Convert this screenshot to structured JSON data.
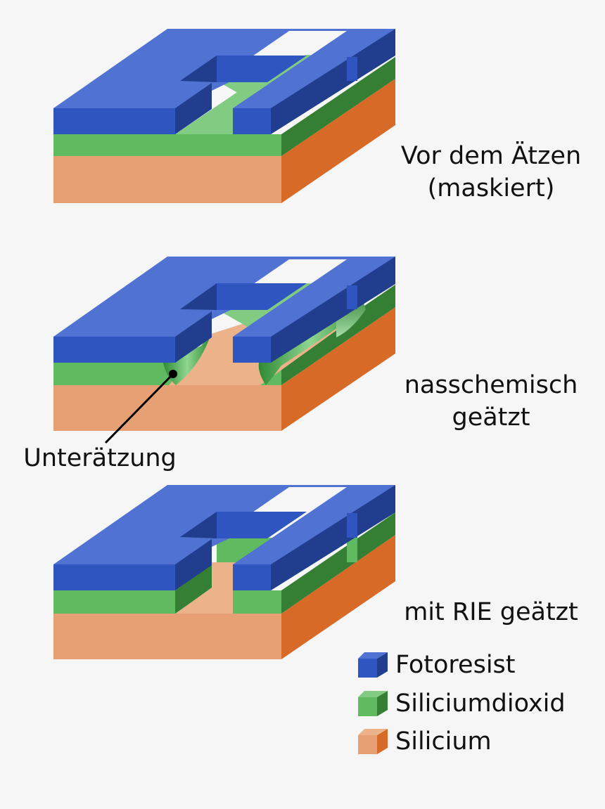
{
  "colors": {
    "resist_top": "#4f72d3",
    "resist_front": "#2e55c0",
    "resist_side": "#213d8e",
    "oxide_top": "#81cc82",
    "oxide_front": "#5fba60",
    "oxide_side": "#357f35",
    "si_top": "#ecb38a",
    "si_front": "#e7a074",
    "si_side": "#d86a28",
    "background": "#f6f6f6"
  },
  "stages": [
    {
      "caption_lines": [
        "Vor dem Ätzen",
        "(maskiert)"
      ],
      "etch": "none"
    },
    {
      "caption_lines": [
        "nasschemisch",
        "geätzt"
      ],
      "etch": "wet"
    },
    {
      "caption_lines": [
        "mit RIE geätzt"
      ],
      "etch": "rie"
    }
  ],
  "callout": {
    "label": "Unterätzung"
  },
  "legend": [
    {
      "label": "Fotoresist",
      "material": "resist"
    },
    {
      "label": "Siliciumdioxid",
      "material": "oxide"
    },
    {
      "label": "Silicium",
      "material": "silicon"
    }
  ]
}
